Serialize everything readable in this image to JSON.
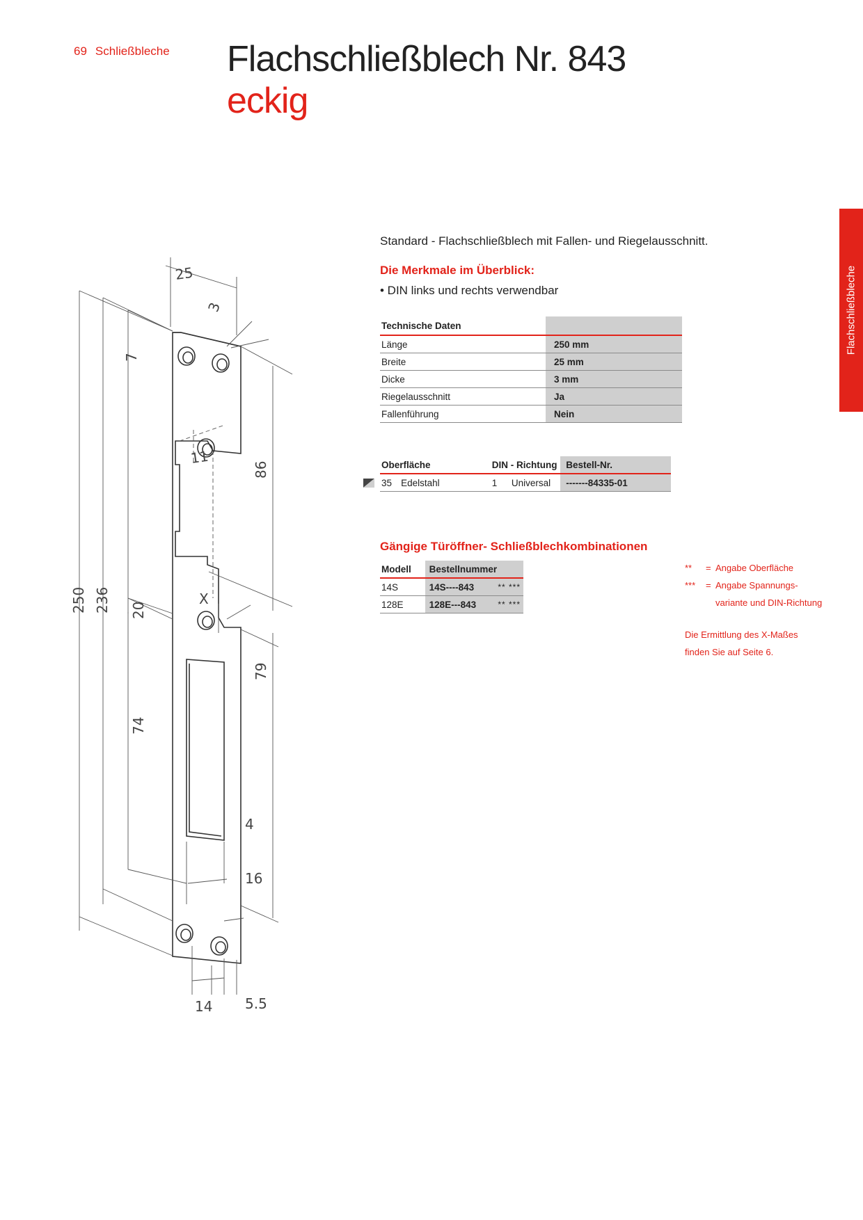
{
  "header": {
    "page_number": "69",
    "section": "Schließbleche"
  },
  "title": {
    "line1": "Flachschließblech Nr. 843",
    "line2": "eckig"
  },
  "side_tab": "Flachschließbleche",
  "description": "Standard - Flachschließblech mit Fallen- und Riegelausschnitt.",
  "features": {
    "heading": "Die Merkmale im Überblick:",
    "items": [
      "• DIN links und rechts verwendbar"
    ]
  },
  "tech_table": {
    "header": "Technische Daten",
    "rows": [
      {
        "label": "Länge",
        "value": "250 mm"
      },
      {
        "label": "Breite",
        "value": "25 mm"
      },
      {
        "label": "Dicke",
        "value": "3 mm"
      },
      {
        "label": "Riegelausschnitt",
        "value": "Ja"
      },
      {
        "label": "Fallenführung",
        "value": "Nein"
      }
    ]
  },
  "order_table": {
    "headers": {
      "surface": "Oberfläche",
      "din": "DIN - Richtung",
      "order_no": "Bestell-Nr."
    },
    "rows": [
      {
        "surface_code": "35",
        "surface": "Edelstahl",
        "din_code": "1",
        "din": "Universal",
        "order_no": "-------84335-01"
      }
    ]
  },
  "combos": {
    "heading": "Gängige Türöffner- Schließblechkombinationen",
    "headers": {
      "model": "Modell",
      "order_no": "Bestellnummer"
    },
    "rows": [
      {
        "model": "14S",
        "order_no": "14S----843",
        "suffix": "** ***"
      },
      {
        "model": "128E",
        "order_no": "128E---843",
        "suffix": "** ***"
      }
    ]
  },
  "legend": [
    {
      "key": "**",
      "text": "Angabe Oberfläche"
    },
    {
      "key": "***",
      "text": "Angabe Spannungs-"
    },
    {
      "key": "",
      "text": "variante und DIN-Richtung"
    }
  ],
  "note": [
    "Die Ermittlung des X-Maßes",
    "finden Sie auf Seite 6."
  ],
  "drawing_dims": {
    "width": "25",
    "thickness": "3",
    "hole_top": "7",
    "d86": "86",
    "d11": "11",
    "x": "X",
    "d20": "20",
    "d79": "79",
    "d74": "74",
    "d4": "4",
    "d16": "16",
    "d250": "250",
    "d236": "236",
    "d14": "14",
    "d55": "5.5"
  },
  "colors": {
    "accent": "#e2231a",
    "table_gray": "#cfcfcf"
  }
}
